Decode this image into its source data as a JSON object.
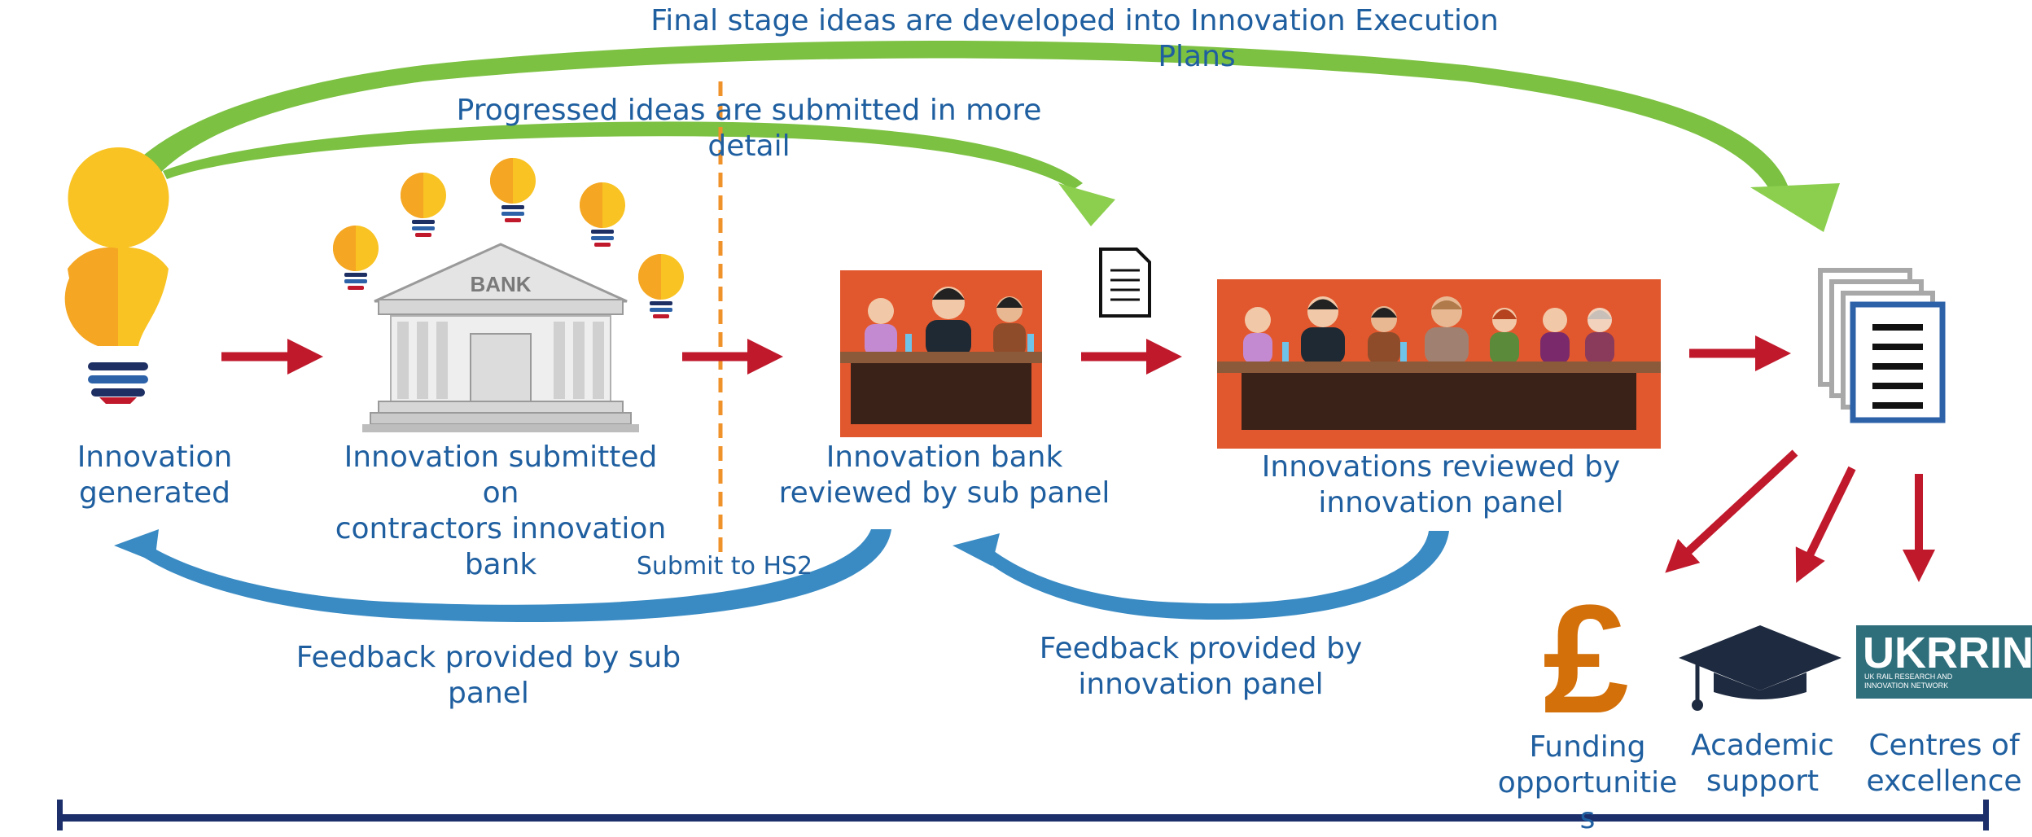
{
  "colors": {
    "text_blue": "#1f5fa0",
    "arrow_red": "#c0192c",
    "top_arc_green": "#7cc142",
    "feedback_arc_blue": "#3a8bc4",
    "dashed_orange": "#f0922a",
    "timeline_navy": "#1c2f6b",
    "bulb_yellow": "#f9c323",
    "bulb_orange": "#f5a623",
    "panel_orange": "#e2582e",
    "pound_orange": "#d4700a",
    "cap_navy": "#1e2a40",
    "ukrrin_teal": "#2f6f7c"
  },
  "top": {
    "final_stage_line1": "Final stage ideas are developed into Innovation Execution",
    "final_stage_line2": "Plans",
    "progressed_line1": "Progressed ideas are submitted in more",
    "progressed_line2": "detail"
  },
  "steps": {
    "generated": "Innovation generated",
    "submitted_line1": "Innovation submitted on",
    "submitted_line2": "contractors innovation",
    "submitted_line3": "bank",
    "subpanel_line1": "Innovation bank",
    "subpanel_line2": "reviewed by sub panel",
    "panel_line1": "Innovations reviewed by",
    "panel_line2": "innovation panel"
  },
  "bank_sign": "BANK",
  "submit_label": "Submit to HS2",
  "feedback": {
    "sub_line1": "Feedback provided by sub",
    "sub_line2": "panel",
    "innov_line1": "Feedback provided by",
    "innov_line2": "innovation panel"
  },
  "outcomes": {
    "funding_line1": "Funding",
    "funding_line2": "opportunitie",
    "funding_line3": "s",
    "academic_line1": "Academic",
    "academic_line2": "support",
    "centres_line1": "Centres of",
    "centres_line2": "excellence"
  },
  "ukrrin": {
    "wordmark": "UKRRIN",
    "sub_line1": "UK RAIL RESEARCH AND",
    "sub_line2": "INNOVATION NETWORK"
  },
  "icons": {
    "pound": "£"
  }
}
